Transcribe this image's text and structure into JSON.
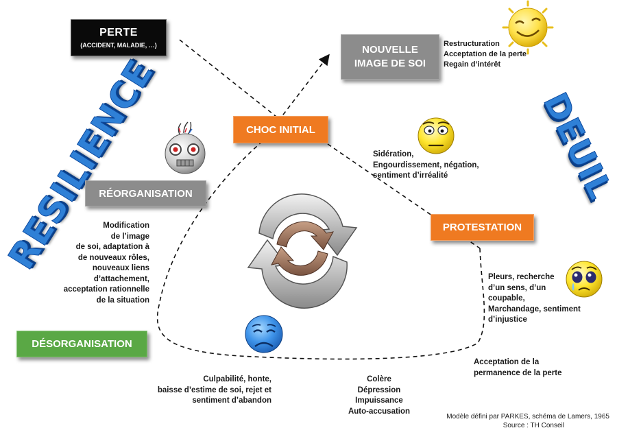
{
  "side_labels": {
    "left": "RESILIENCE",
    "right": "DEUIL"
  },
  "boxes": {
    "perte": {
      "title": "PERTE",
      "subtitle": "(ACCIDENT, MALADIE, …)",
      "color": "#0a0a0a"
    },
    "nouvelle_image": {
      "line1": "NOUVELLE",
      "line2": "IMAGE DE SOI",
      "color": "#8c8c8c"
    },
    "choc_initial": {
      "label": "CHOC INITIAL",
      "color": "#ef7a21"
    },
    "protestation": {
      "label": "PROTESTATION",
      "color": "#ef7a21"
    },
    "reorganisation": {
      "label": "RÉORGANISATION",
      "color": "#8c8c8c"
    },
    "desorganisation": {
      "label": "DÉSORGANISATION",
      "color": "#5aa845"
    }
  },
  "notes": {
    "restructuration": "Restructuration\nAcceptation de la perte\nRegain d’intérêt",
    "sideration": "Sidération,\nEngourdissement, négation,\nsentiment d’irréalité",
    "modification": "Modification\nde l’image\nde soi, adaptation à\nde nouveaux rôles,\nnouveaux liens\nd’attachement,\nacceptation rationnelle\nde la situation",
    "pleurs": "Pleurs, recherche\nd’un sens, d’un\ncoupable,\nMarchandage, sentiment\nd’injustice",
    "acceptation": "Acceptation de la\npermanence de la perte",
    "culpabilite": "Culpabilité, honte,\nbaisse d’estime de soi, rejet et\nsentiment d’abandon",
    "colere": "Colère\nDépression\nImpuissance\nAuto-accusation"
  },
  "source": {
    "line1": "Modèle défini par PARKES, schéma de Lamers, 1965",
    "line2": "Source : TH Conseil"
  },
  "icons": {
    "sun_smiley": "sun-smiley-icon",
    "neutral_smiley": "neutral-smiley-icon",
    "crying_smiley": "crying-smiley-icon",
    "sad_blue_smiley": "sad-blue-smiley-icon",
    "robot_head": "robot-head-icon",
    "cycle_arrows": "cycle-arrows-icon"
  }
}
